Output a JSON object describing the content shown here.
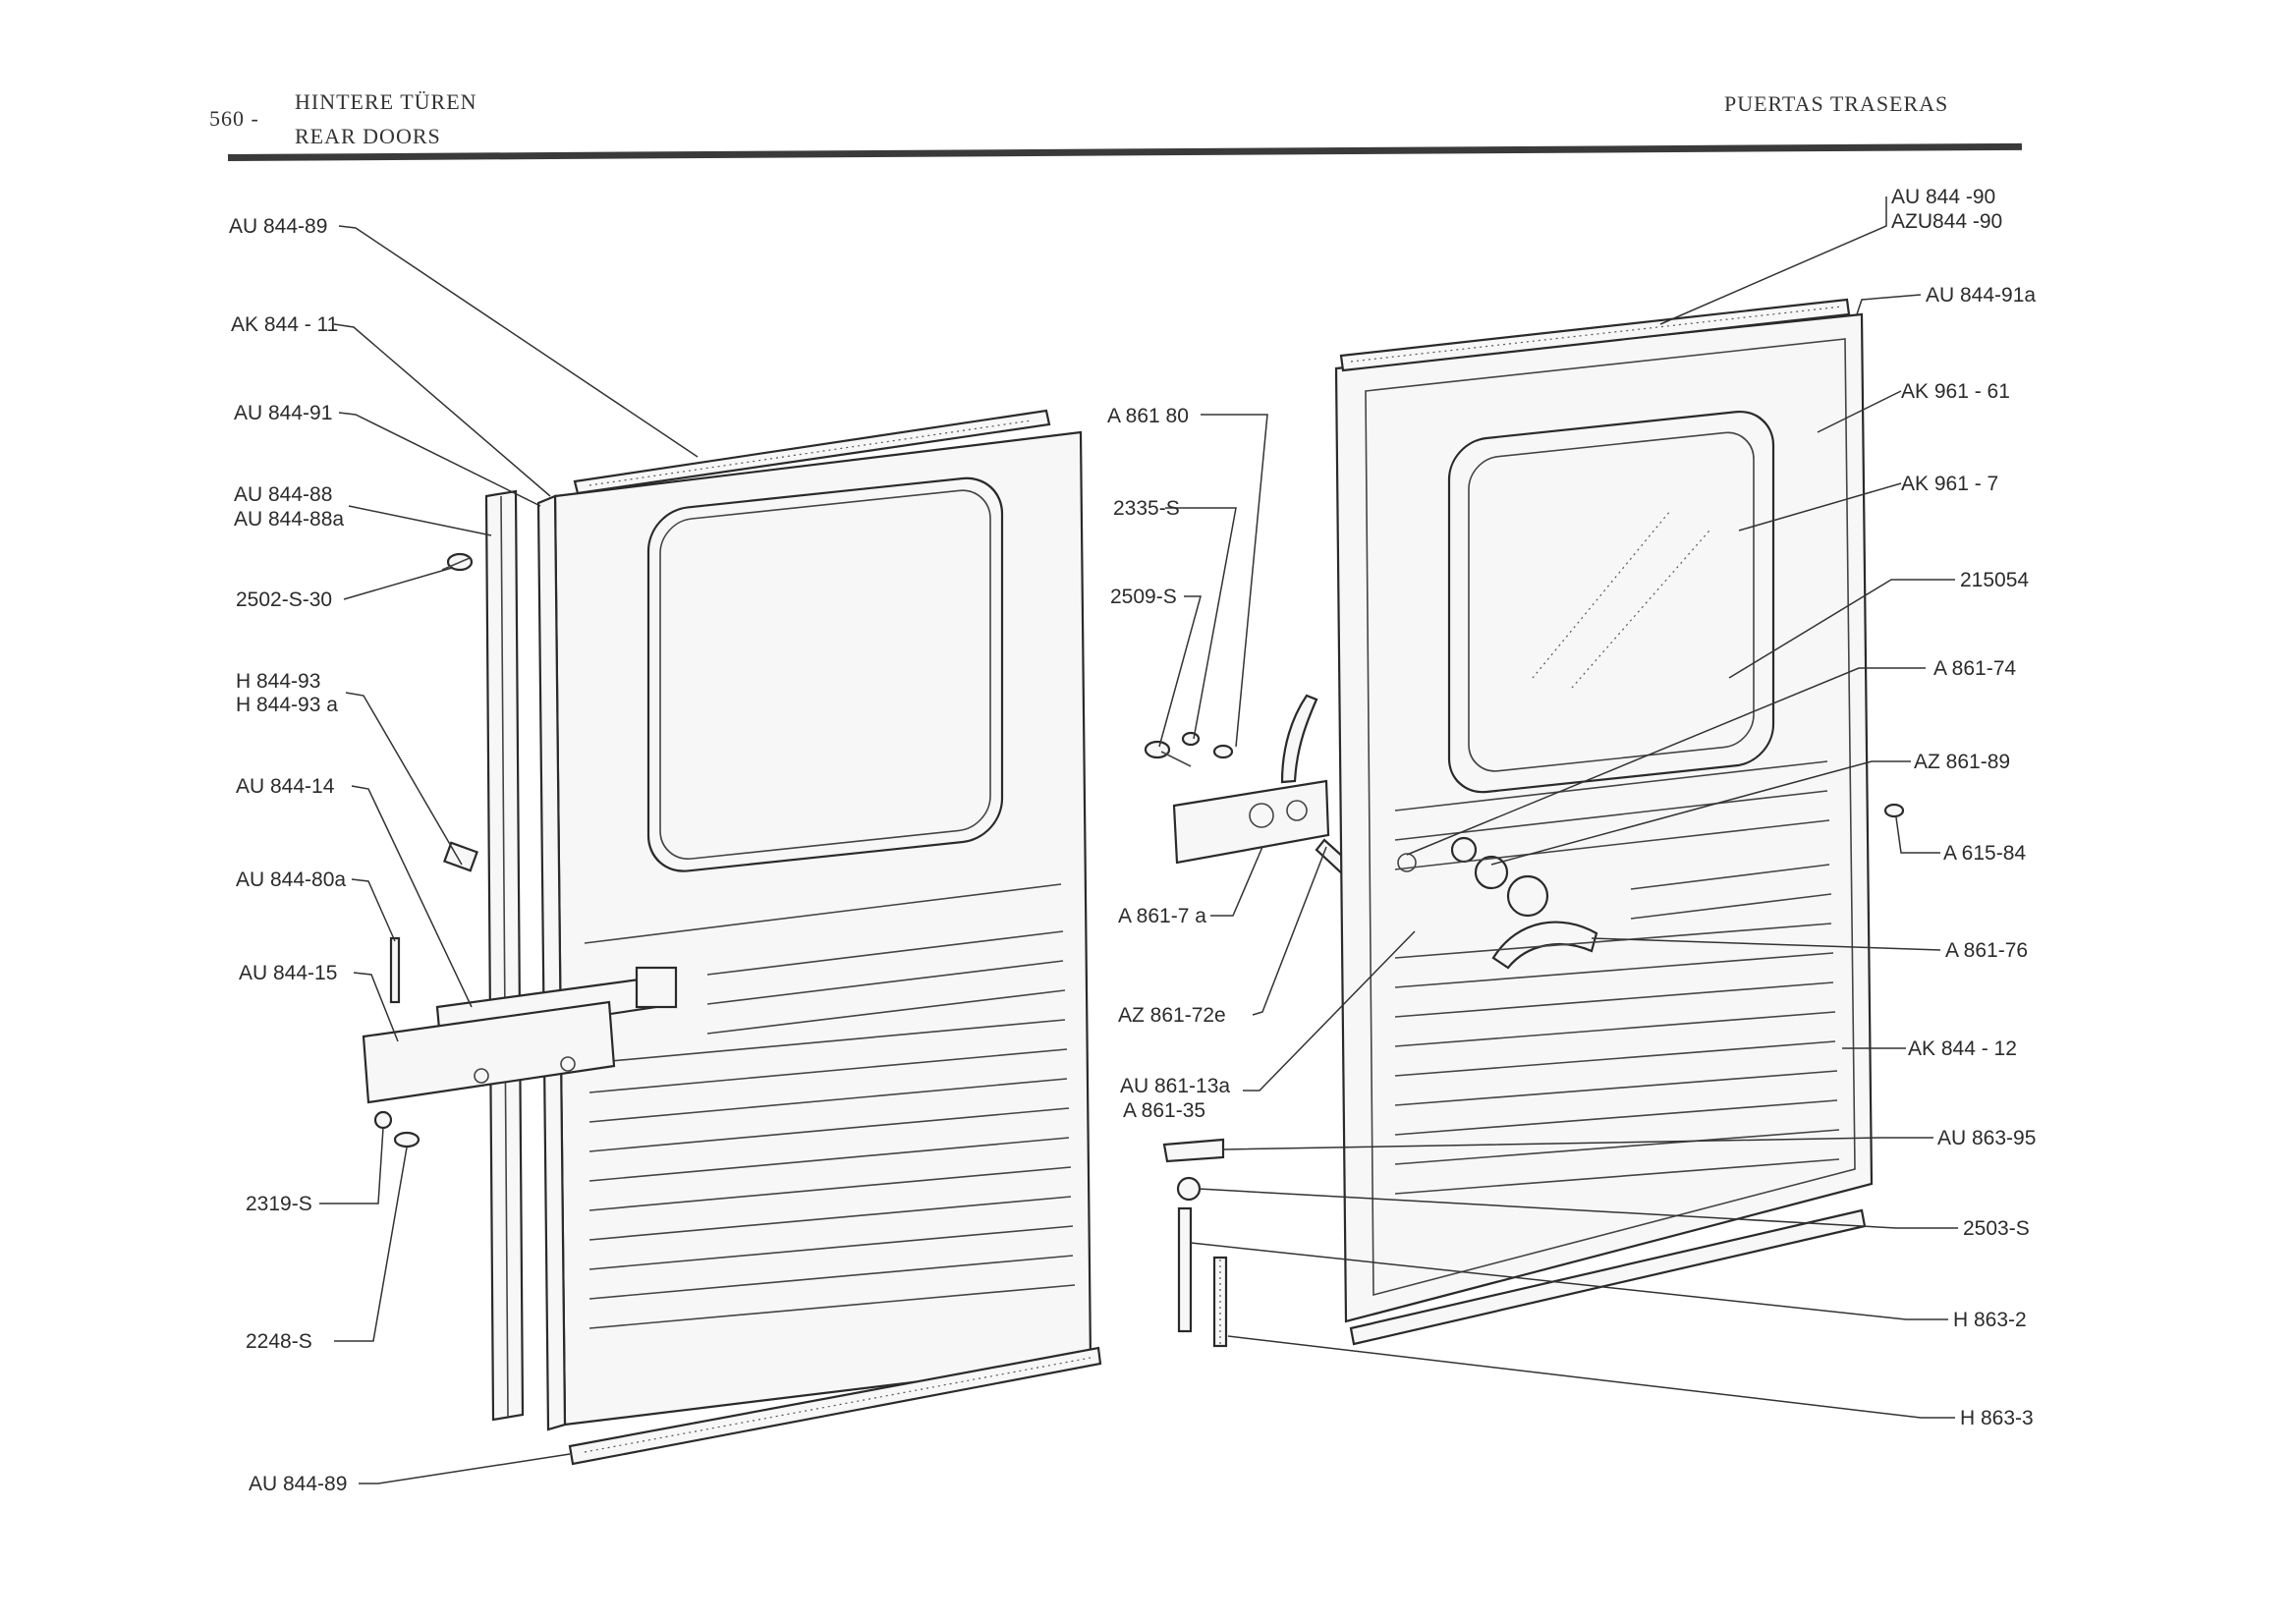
{
  "header": {
    "page_number": "560 -",
    "title_de": "HINTERE TÜREN",
    "title_en": "REAR DOORS",
    "title_es": "PUERTAS TRASERAS"
  },
  "labels": {
    "l1": "AU 844-89",
    "l2": "AK 844 - 11",
    "l3": "AU 844-91",
    "l4a": "AU 844-88",
    "l4b": "AU 844-88a",
    "l5": "2502-S-30",
    "l6a": "H 844-93",
    "l6b": "H 844-93 a",
    "l7": "AU 844-14",
    "l8": "AU 844-80a",
    "l9": "AU 844-15",
    "l10": "2319-S",
    "l11": "2248-S",
    "l12": "AU 844-89",
    "m1": "A 861 80",
    "m2": "2335-S",
    "m3": "2509-S",
    "m4": "A 861-7 a",
    "m5": "AZ 861-72e",
    "m6a": "AU 861-13a",
    "m6b": "A 861-35",
    "r1a": "AU 844 -90",
    "r1b": "AZU844 -90",
    "r2": "AU 844-91a",
    "r3": "AK 961 - 61",
    "r4": "AK 961 - 7",
    "r5": "215054",
    "r6": "A 861-74",
    "r7": "AZ 861-89",
    "r8": "A 615-84",
    "r9": "A 861-76",
    "r10": "AK 844 - 12",
    "r11": "AU 863-95",
    "r12": "2503-S",
    "r13": "H 863-2",
    "r14": "H 863-3"
  }
}
